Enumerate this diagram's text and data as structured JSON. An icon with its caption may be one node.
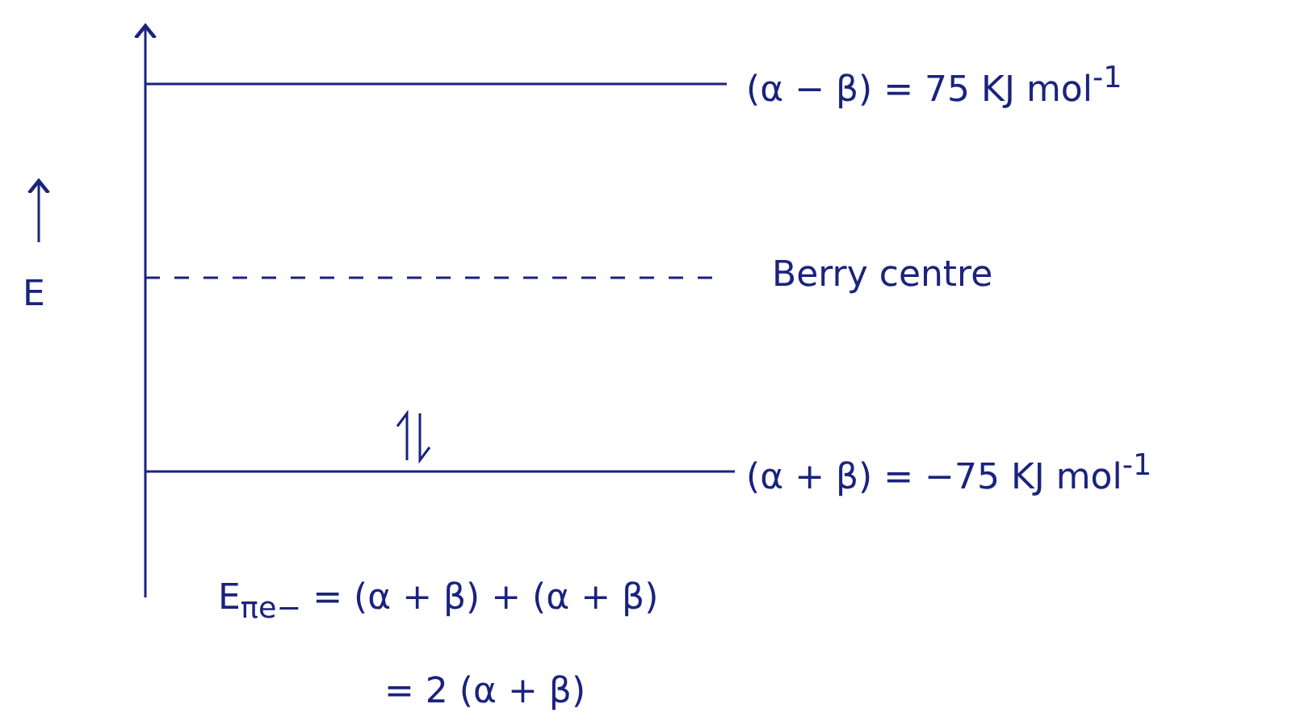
{
  "diagram": {
    "labels": [
      "(α − β) = 75 KJ mol$^{-1}$",
      "E",
      "Berry centre",
      "(α + β) = −75 KJ mol$^{-1}$",
      "E$_{πe−}$ = (α + β) + (α + β)",
      "= 2 (α + β)"
    ]
  }
}
